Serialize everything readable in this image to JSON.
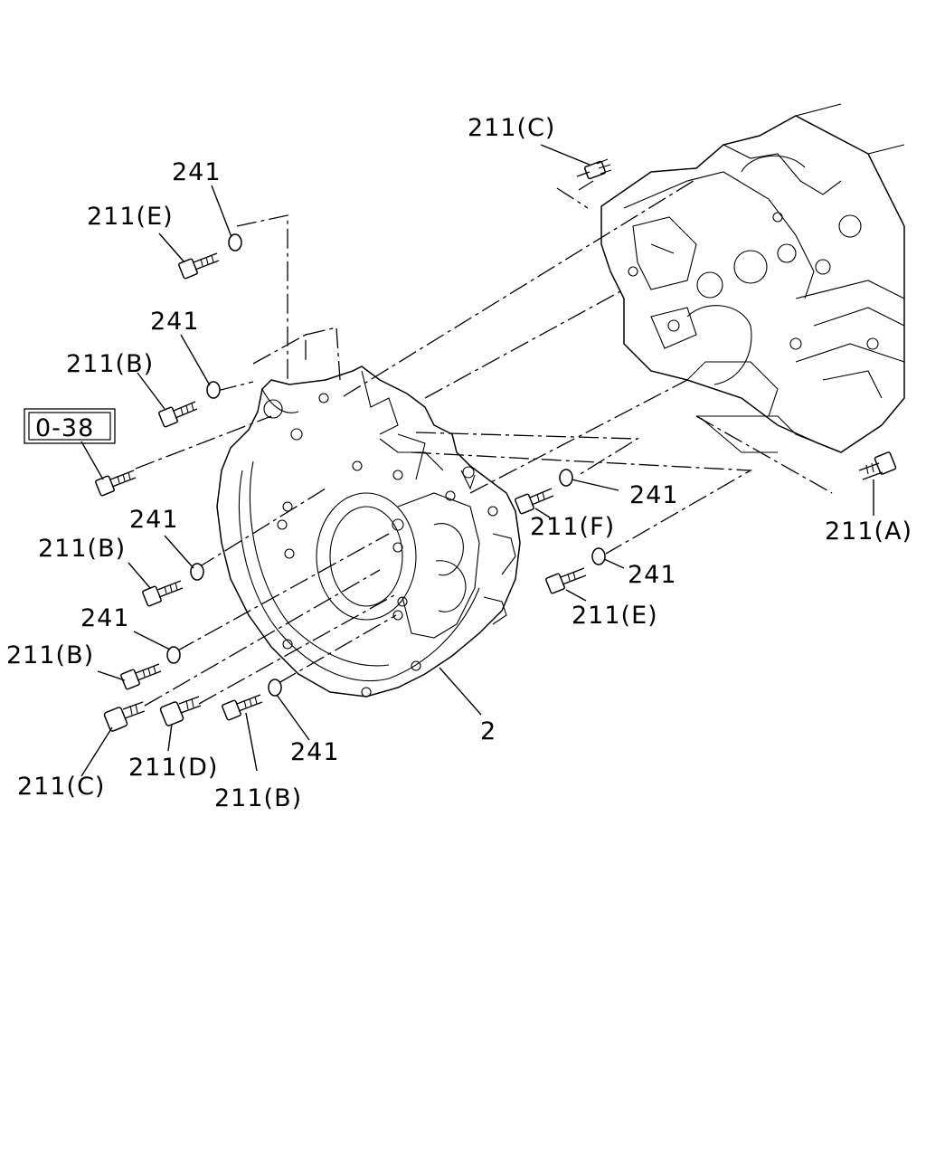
{
  "diagram": {
    "ref_box": "0-38",
    "labels": {
      "l211c_top": "211(C)",
      "l241_a": "241",
      "l211e_a": "211(E)",
      "l241_b": "241",
      "l211b_a": "211(B)",
      "l241_c": "241",
      "l211b_b": "211(B)",
      "l241_d": "241",
      "l211b_c": "211(B)",
      "l211c_bot": "211(C)",
      "l211d": "211(D)",
      "l241_e": "241",
      "l211b_d": "211(B)",
      "l2": "2",
      "l241_f": "241",
      "l211f": "211(F)",
      "l241_g": "241",
      "l211e_b": "211(E)",
      "l211a": "211(A)"
    }
  }
}
